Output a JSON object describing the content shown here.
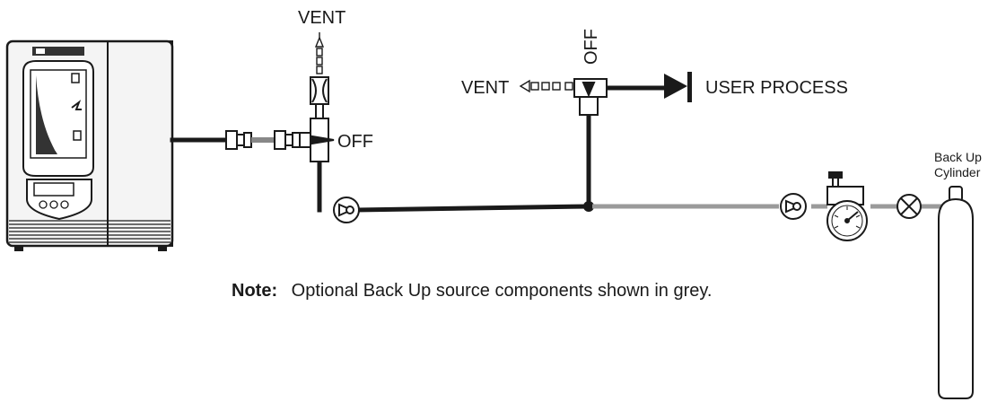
{
  "labels": {
    "vent_top": "VENT",
    "off_left": "OFF",
    "off_right": "OFF",
    "vent_right": "VENT",
    "user_process": "USER PROCESS",
    "backup_line1": "Back Up",
    "backup_line2": "Cylinder"
  },
  "note": {
    "label": "Note:",
    "text": "Optional Back Up source components shown in grey."
  },
  "colors": {
    "primary_line": "#1a1a1a",
    "backup_line": "#9a9a9a",
    "generator_body": "#f2f2f2"
  },
  "icons": [
    "nitrogen-generator-icon",
    "fitting-coupling-icon",
    "three-way-valve-icon",
    "filter-icon",
    "vent-arrow-icon",
    "check-valve-icon",
    "shutoff-valve-icon",
    "pressure-regulator-icon",
    "pressure-gauge-icon",
    "gas-cylinder-icon",
    "flow-arrow-icon"
  ]
}
